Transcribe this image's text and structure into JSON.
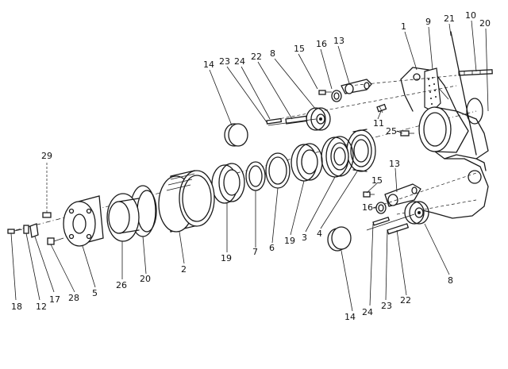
{
  "labels": {
    "l1": "1",
    "l9": "9",
    "l21": "21",
    "l10": "10",
    "l20a": "20",
    "l13a": "13",
    "l16a": "16",
    "l15a": "15",
    "l8a": "8",
    "l22a": "22",
    "l24a": "24",
    "l23a": "23",
    "l14a": "14",
    "l11": "11",
    "l25": "25",
    "l29": "29",
    "l13b": "13",
    "l15b": "15",
    "l16b": "16",
    "l18": "18",
    "l12": "12",
    "l17": "17",
    "l28": "28",
    "l5": "5",
    "l26": "26",
    "l20b": "20",
    "l2": "2",
    "l19a": "19",
    "l7": "7",
    "l6": "6",
    "l19b": "19",
    "l3": "3",
    "l4": "4",
    "l8b": "8",
    "l14b": "14",
    "l24b": "24",
    "l23b": "23",
    "l22b": "22"
  },
  "colors": {
    "ink": "#1a1a1a",
    "paper": "#ffffff"
  }
}
